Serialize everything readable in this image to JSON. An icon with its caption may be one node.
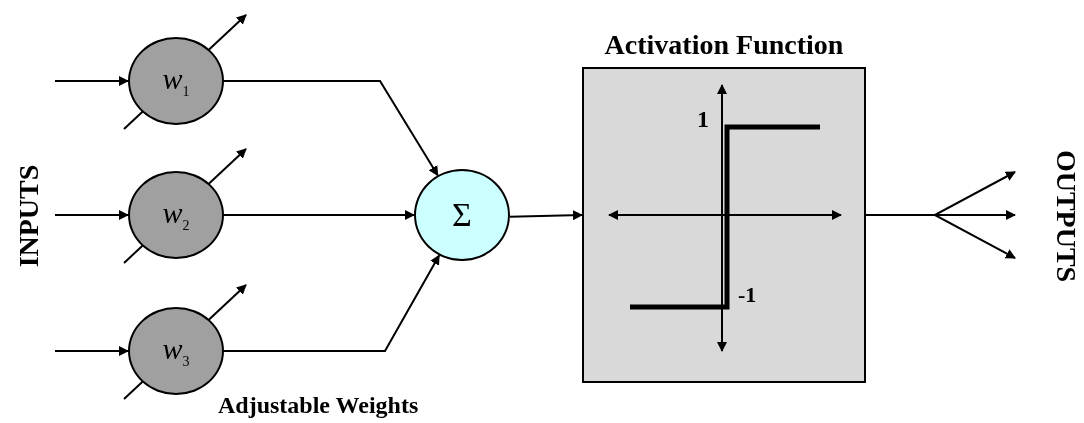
{
  "diagram": {
    "nodes": [
      {
        "text": [
          "w$_{1}$"
        ]
      },
      {
        "text": [
          "w$_{2}$"
        ]
      },
      {
        "text": [
          "w$_{3}$"
        ]
      },
      {
        "text": [
          "Σ"
        ]
      },
      {
        "text": [
          "Activation Function"
        ]
      }
    ],
    "edges": [
      {
        "from": null,
        "to": 0,
        "arrow": "to"
      },
      {
        "from": null,
        "to": 1,
        "arrow": "to"
      },
      {
        "from": null,
        "to": 2,
        "arrow": "to"
      },
      {
        "from": 0,
        "to": 3,
        "arrow": "to"
      },
      {
        "from": 1,
        "to": 3,
        "arrow": "to"
      },
      {
        "from": 2,
        "to": 3,
        "arrow": "to"
      },
      {
        "from": 3,
        "to": 4,
        "arrow": "to"
      },
      {
        "from": 4,
        "to": null,
        "arrow": "to"
      },
      {
        "from": 4,
        "to": null,
        "arrow": "to"
      },
      {
        "from": 4,
        "to": null,
        "arrow": "to"
      }
    ],
    "labels": [
      "INPUTS",
      "1",
      "-1",
      "OUTPUTS",
      "Adjustable Weights"
    ]
  }
}
